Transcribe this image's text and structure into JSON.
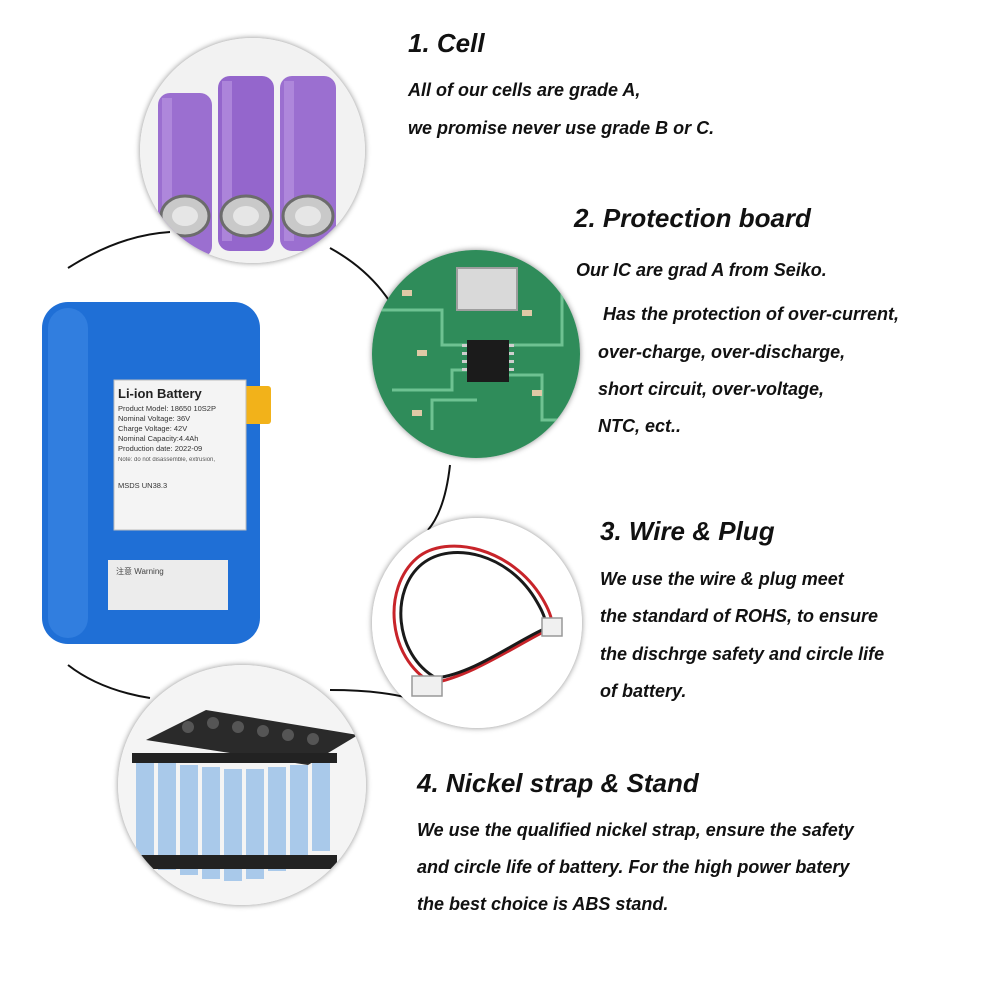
{
  "sections": [
    {
      "heading": "1. Cell",
      "lines": [
        "All of our cells are grade A,",
        "we promise never use grade B or C."
      ],
      "image_icon": "cylindrical-cells-icon"
    },
    {
      "heading": "2. Protection board",
      "lines": [
        "Our IC are grad A from Seiko.",
        "Has the protection of over-current,",
        "over-charge, over-discharge,",
        "short circuit, over-voltage,",
        "NTC, ect.."
      ],
      "image_icon": "circuit-board-icon"
    },
    {
      "heading": "3. Wire & Plug",
      "lines": [
        "We use the wire & plug meet",
        "the standard of ROHS, to ensure",
        "the dischrge safety and circle life",
        "of battery."
      ],
      "image_icon": "wire-plug-icon"
    },
    {
      "heading": "4. Nickel strap & Stand",
      "lines": [
        "We use the qualified nickel strap, ensure the safety",
        "and circle life of battery. For the high power batery",
        "the best choice is ABS stand."
      ],
      "image_icon": "cell-stand-icon"
    }
  ],
  "battery_label": {
    "title": "Li-ion Battery",
    "specs": [
      "Product Model: 18650 10S2P",
      "Nominal Voltage: 36V",
      "Charge Voltage: 42V",
      "Nominal Capacity:4.4Ah",
      "Production date: 2022-09"
    ],
    "note": "Note: do not disassemble, extrusion,",
    "footer": "MSDS  UN38.3",
    "warning": "注意 Warning"
  },
  "colors": {
    "text": "#111111",
    "battery_wrap": "#1f6fd6",
    "cell_purple": "#9b6fd0",
    "pcb_green": "#2f8c5a",
    "wire_red": "#c8242a",
    "cell_blue": "#a9c9ea"
  }
}
